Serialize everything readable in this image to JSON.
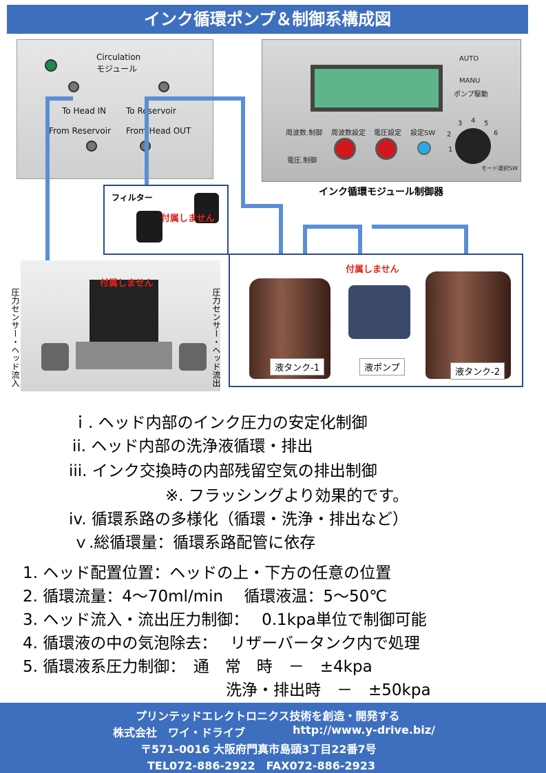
{
  "title": "インク循環ポンプ＆制御系構成図",
  "module": {
    "name_line1": "Circulation",
    "name_line2": "モジュール",
    "to_head_in": "To Head IN",
    "to_reservoir": "To Reservoir",
    "from_reservoir": "From Reservoir",
    "from_head_out": "From Head OUT"
  },
  "controller": {
    "caption": "インク循環モジュール制御器",
    "switch_auto": "AUTO",
    "switch_manu": "MANU",
    "pump_drive": "ポンプ駆動",
    "freq_control": "周波数.制御",
    "voltage_control": "電圧.制御",
    "freq_setting": "周波数設定",
    "voltage_setting": "電圧設定",
    "setting_sw": "設定SW",
    "mode_select": "モード選択SW",
    "dial_numbers": [
      "1",
      "2",
      "3",
      "4",
      "5",
      "6"
    ]
  },
  "filter": {
    "label": "フィルター",
    "not_included": "付属しません"
  },
  "tanks": {
    "not_included": "付属しません",
    "tank1": "液タンク-1",
    "pump": "液ポンプ",
    "tank2": "液タンク-2"
  },
  "head": {
    "not_included": "付属しません",
    "left_sensor": "圧力センサー・ヘッド流入",
    "right_sensor": "圧力センサー・ヘッド流出"
  },
  "features": [
    "ｉ. ヘッド内部のインク圧力の安定化制御",
    "ii. ヘッド内部の洗浄液循環・排出",
    "iii. インク交換時の内部残留空気の排出制御",
    "※. フラッシングより効果的です。",
    "iv. 循環系路の多様化（循環・洗浄・排出など）",
    "ｖ.総循環量：循環系路配管に依存"
  ],
  "specs": [
    "1. ヘッド配置位置：ヘッドの上・下方の任意の位置",
    "2. 循環流量：4～70ml/min　 循環液温：5～50℃",
    "3. ヘッド流入・流出圧力制御：　  0.1kpa単位で制御可能",
    "4. 循環液の中の気泡除去：　  リザーバータンク内で処理",
    "5. 循環液系圧力制御：　通　常　時　－　±4kpa",
    "洗浄・排出時　－　±50kpa"
  ],
  "footer": {
    "tagline": "プリンテッドエレクトロニクス技術を創造・開発する",
    "company": "株式会社　ワイ・ドライブ",
    "url": "http://www.y-drive.biz/",
    "address": "〒571-0016 大阪府門真市島頭3丁目22番7号",
    "contact": "TEL072-886-2922　FAX072-886-2923"
  },
  "colors": {
    "title_bg": "#3e6fbf",
    "footer_bg": "#3e6fbf",
    "pipe": "#5b8ed6",
    "note_red": "#e0251b"
  }
}
